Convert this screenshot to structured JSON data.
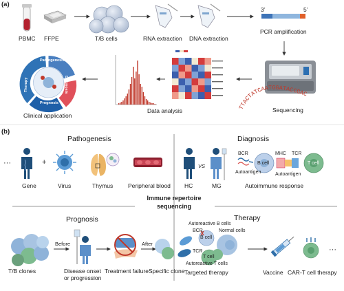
{
  "panel_a": {
    "label": "(a)",
    "pbmc": "PBMC",
    "ffpe": "FFPE",
    "tb_cells": "T/B cells",
    "rna_extraction": "RNA extraction",
    "dna_extraction": "DNA extraction",
    "primer_3": "3’",
    "primer_5": "5’",
    "pcr": "PCR amplification",
    "sequencing": "Sequencing",
    "data_analysis": "Data analysis",
    "clinical_application": "Clinical application",
    "ring": {
      "pathogenesis": "Pathogenesis",
      "diagnosis": "Diagnosis",
      "prognosis": "Prognosis",
      "therapy": "Therapy"
    },
    "seq_letters": "TTACTATCAATGGATACCGACCATGCAT"
  },
  "panel_b": {
    "label": "(b)",
    "center": {
      "line1": "Immune repertoire",
      "line2": "sequencing"
    },
    "pathogenesis": {
      "title": "Pathogenesis",
      "ellipsis": "···",
      "plus": "+",
      "gene": "Gene",
      "virus": "Virus",
      "thymus": "Thymus",
      "blood": "Peripheral blood"
    },
    "diagnosis": {
      "title": "Diagnosis",
      "hc": "HC",
      "vs": "VS",
      "mg": "MG",
      "bcr": "BCR",
      "mhc": "MHC",
      "tcr": "TCR",
      "b_cell": "B cell",
      "t_cell": "T cell",
      "autoantigen1": "Autoantigen",
      "autoantigen2": "Autoantigen",
      "autoimmune": "Autoimmune response"
    },
    "prognosis": {
      "title": "Prognosis",
      "before": "Before",
      "after": "After",
      "tb_clones": "T/B clones",
      "disease1": "Disease onset",
      "disease2": "or progression",
      "failure": "Treatment failure",
      "specific": "Specific clone"
    },
    "therapy": {
      "title": "Therapy",
      "auto_b": "Autoreactive B cells",
      "normal": "Normal cells",
      "bcr": "BCR",
      "b_cell": "B cell",
      "tcr": "TCR",
      "t_cell": "T cell",
      "auto_t": "Autoreactive T cells",
      "targeted": "Targeted therapy",
      "vaccine": "Vaccine",
      "cart": "CAR-T cell therapy",
      "ellipsis": "···"
    }
  },
  "colors": {
    "ring_pathogenesis": "#4a7fc0",
    "ring_diagnosis": "#e0505a",
    "ring_prognosis": "#1e5fa8",
    "ring_therapy": "#2f73b6",
    "cell_blue": "#8fb3d9",
    "cell_green": "#7dbb8f",
    "accent_red": "#c0392b"
  }
}
